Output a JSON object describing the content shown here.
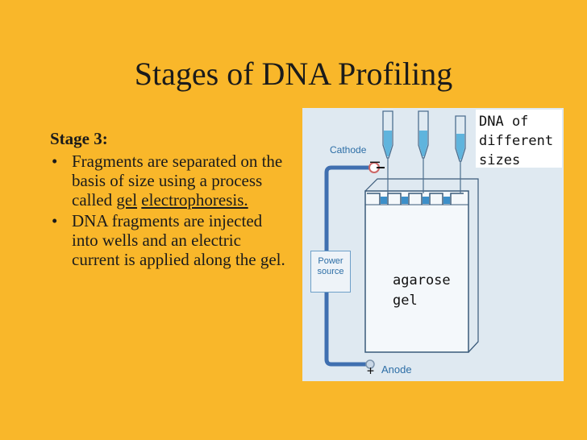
{
  "slide": {
    "title": "Stages of DNA Profiling",
    "stage_heading": "Stage 3:",
    "bullet1_pre": "Fragments are separated on the basis of size using a process called ",
    "bullet1_term_1": "gel",
    "bullet1_term_2": "electrophoresis.",
    "bullet2": "DNA fragments are injected into wells and an electric current is applied along the gel."
  },
  "figure": {
    "cathode_label": "Cathode",
    "anode_label": "Anode",
    "power_line1": "Power",
    "power_line2": "source",
    "minus_sign": "–",
    "plus_sign": "+",
    "dna_label_1": "DNA of",
    "dna_label_2": "different",
    "dna_label_3": "sizes",
    "gel_label_1": "agarose",
    "gel_label_2": "gel"
  },
  "colors": {
    "background": "#f9b72a",
    "diagram_blue": "#2d6ea6",
    "wire": "#3f6fb0"
  }
}
